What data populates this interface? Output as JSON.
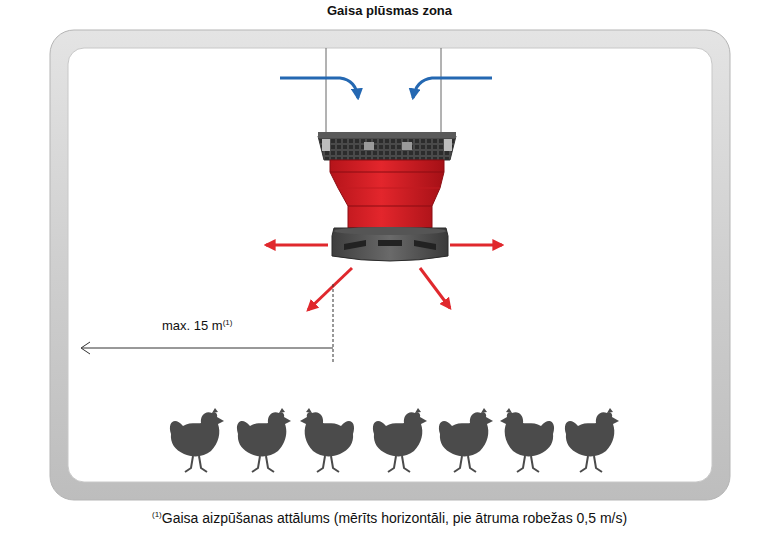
{
  "diagram": {
    "title": "Gaisa plūsmas zona",
    "caption": "Gaisa aizpūšanas attālums (mērīts horizontāli, pie ātruma robežas 0,5 m/s)",
    "labels": [
      "max. 15 m",
      "(1)",
      "(1)"
    ]
  }
}
